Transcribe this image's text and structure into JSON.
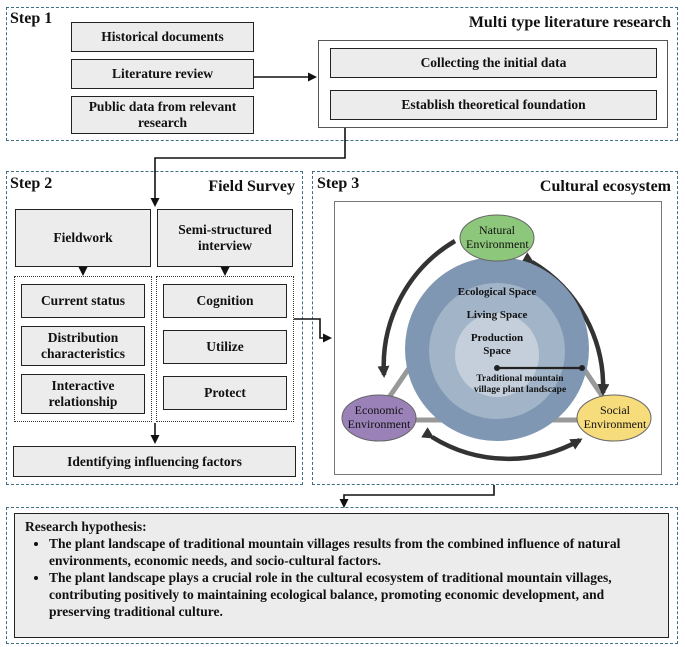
{
  "step1": {
    "label": "Step 1",
    "title": "Multi type literature research",
    "sources": [
      "Historical documents",
      "Literature review",
      "Public data from relevant research"
    ],
    "outcomes": [
      "Collecting the initial data",
      "Establish theoretical foundation"
    ]
  },
  "step2": {
    "label": "Step 2",
    "title": "Field Survey",
    "fieldwork": "Fieldwork",
    "interview": "Semi-structured interview",
    "fieldwork_items": [
      "Current status",
      "Distribution characteristics",
      "Interactive relationship"
    ],
    "interview_items": [
      "Cognition",
      "Utilize",
      "Protect"
    ],
    "result": "Identifying  influencing factors"
  },
  "step3": {
    "label": "Step 3",
    "title": "Cultural ecosystem",
    "environments": {
      "natural": "Natural Environment",
      "economic": "Economic Environment",
      "social": "Social Environment"
    },
    "spaces": {
      "ecological": "Ecological Space",
      "living": "Living Space",
      "production": "Production Space",
      "core": "Traditional mountain village plant landscape"
    },
    "colors": {
      "natural": "#8dc77b",
      "economic": "#9a82b8",
      "social": "#f7dc7c",
      "ecological": "#7f97b2",
      "living": "#a2b4c8",
      "production": "#c4cfdb",
      "core": "#dfe5ec"
    }
  },
  "hypothesis": {
    "title": "Research hypothesis:",
    "points": [
      "The plant landscape of traditional mountain villages results from the combined influence of natural environments, economic needs, and socio-cultural factors.",
      "The plant landscape plays a crucial role in the cultural ecosystem of traditional mountain villages, contributing positively to maintaining ecological balance, promoting economic development, and preserving traditional culture."
    ]
  }
}
